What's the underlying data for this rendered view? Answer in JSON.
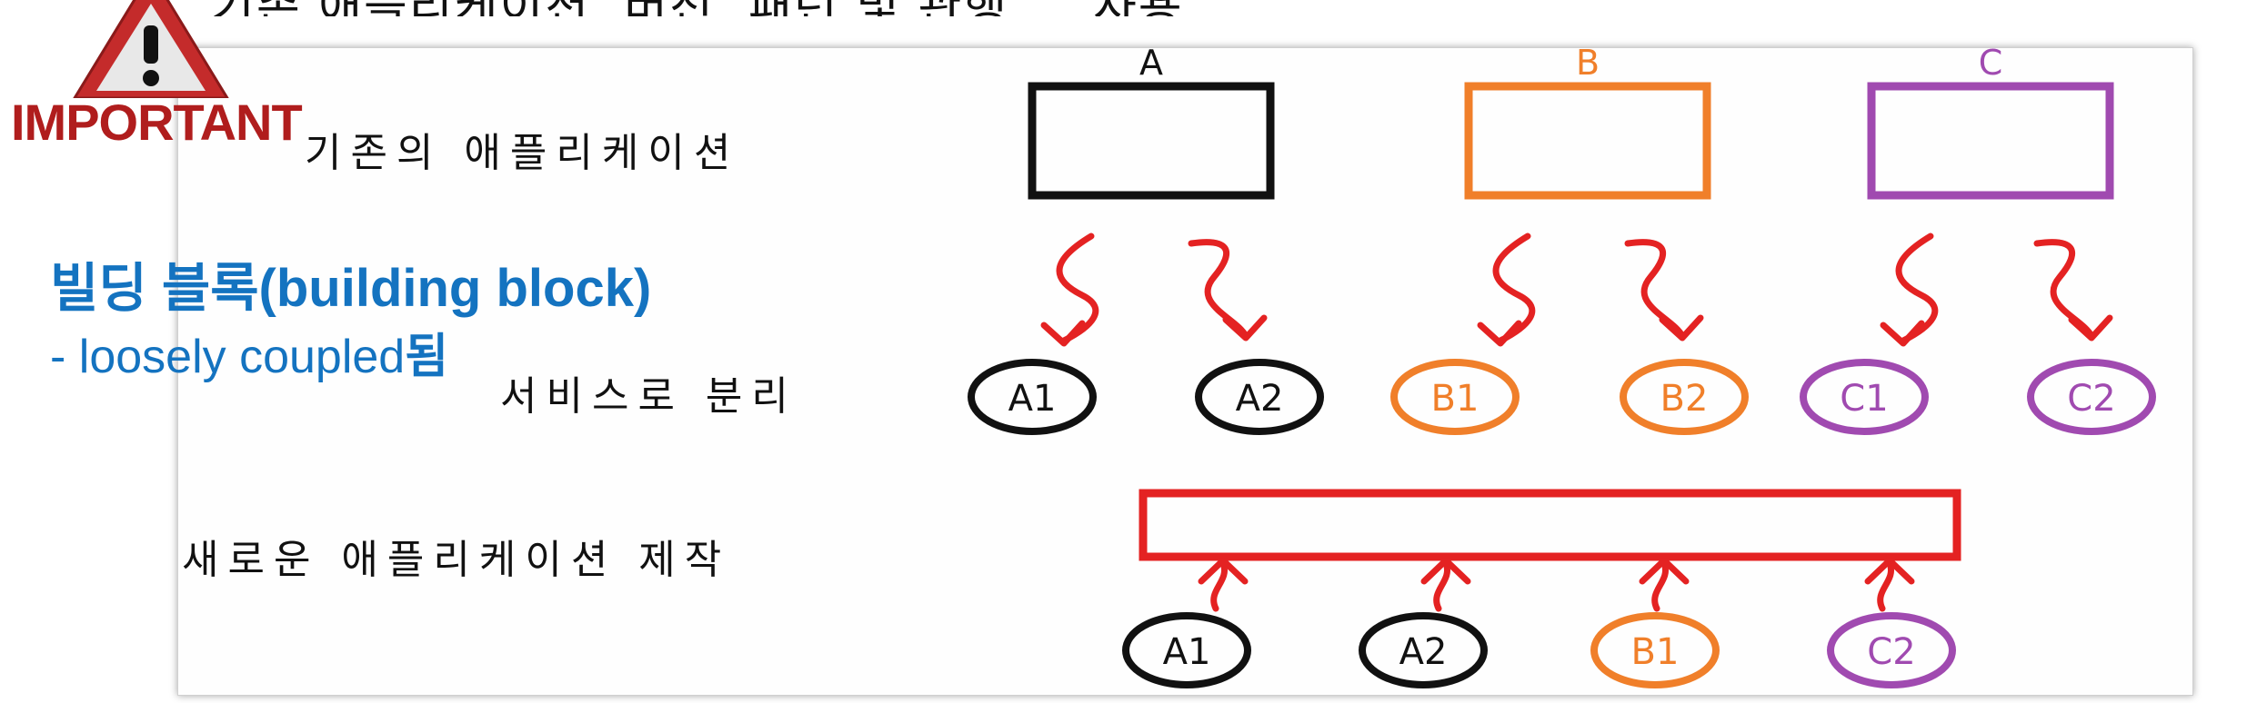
{
  "header_fragment": "기존 애플리케이션, 버전, 패턴 및 관행 ... 사용",
  "badge": {
    "text": "IMPORTANT",
    "icon": "warning-triangle-icon"
  },
  "building_block": {
    "title": "빌딩 블록(building block)",
    "sub_prefix": "- loosely coupled",
    "sub_suffix": "됨"
  },
  "rows": {
    "existing": "기존의 애플리케이션",
    "split": "서비스로 분리",
    "new": "새로운 애플리케이션 제작"
  },
  "apps": [
    {
      "label": "A",
      "color": "#111111"
    },
    {
      "label": "B",
      "color": "#f07f2a"
    },
    {
      "label": "C",
      "color": "#a04ab0"
    }
  ],
  "services": [
    {
      "label": "A1",
      "color": "#111111"
    },
    {
      "label": "A2",
      "color": "#111111"
    },
    {
      "label": "B1",
      "color": "#f07f2a"
    },
    {
      "label": "B2",
      "color": "#f07f2a"
    },
    {
      "label": "C1",
      "color": "#a04ab0"
    },
    {
      "label": "C2",
      "color": "#a04ab0"
    }
  ],
  "composed": [
    {
      "label": "A1",
      "color": "#111111"
    },
    {
      "label": "A2",
      "color": "#111111"
    },
    {
      "label": "B1",
      "color": "#f07f2a"
    },
    {
      "label": "C2",
      "color": "#a04ab0"
    }
  ],
  "colors": {
    "arrow": "#e42222",
    "new_box": "#e42222",
    "accent_blue": "#1473c0",
    "important_red": "#b01d1d"
  }
}
